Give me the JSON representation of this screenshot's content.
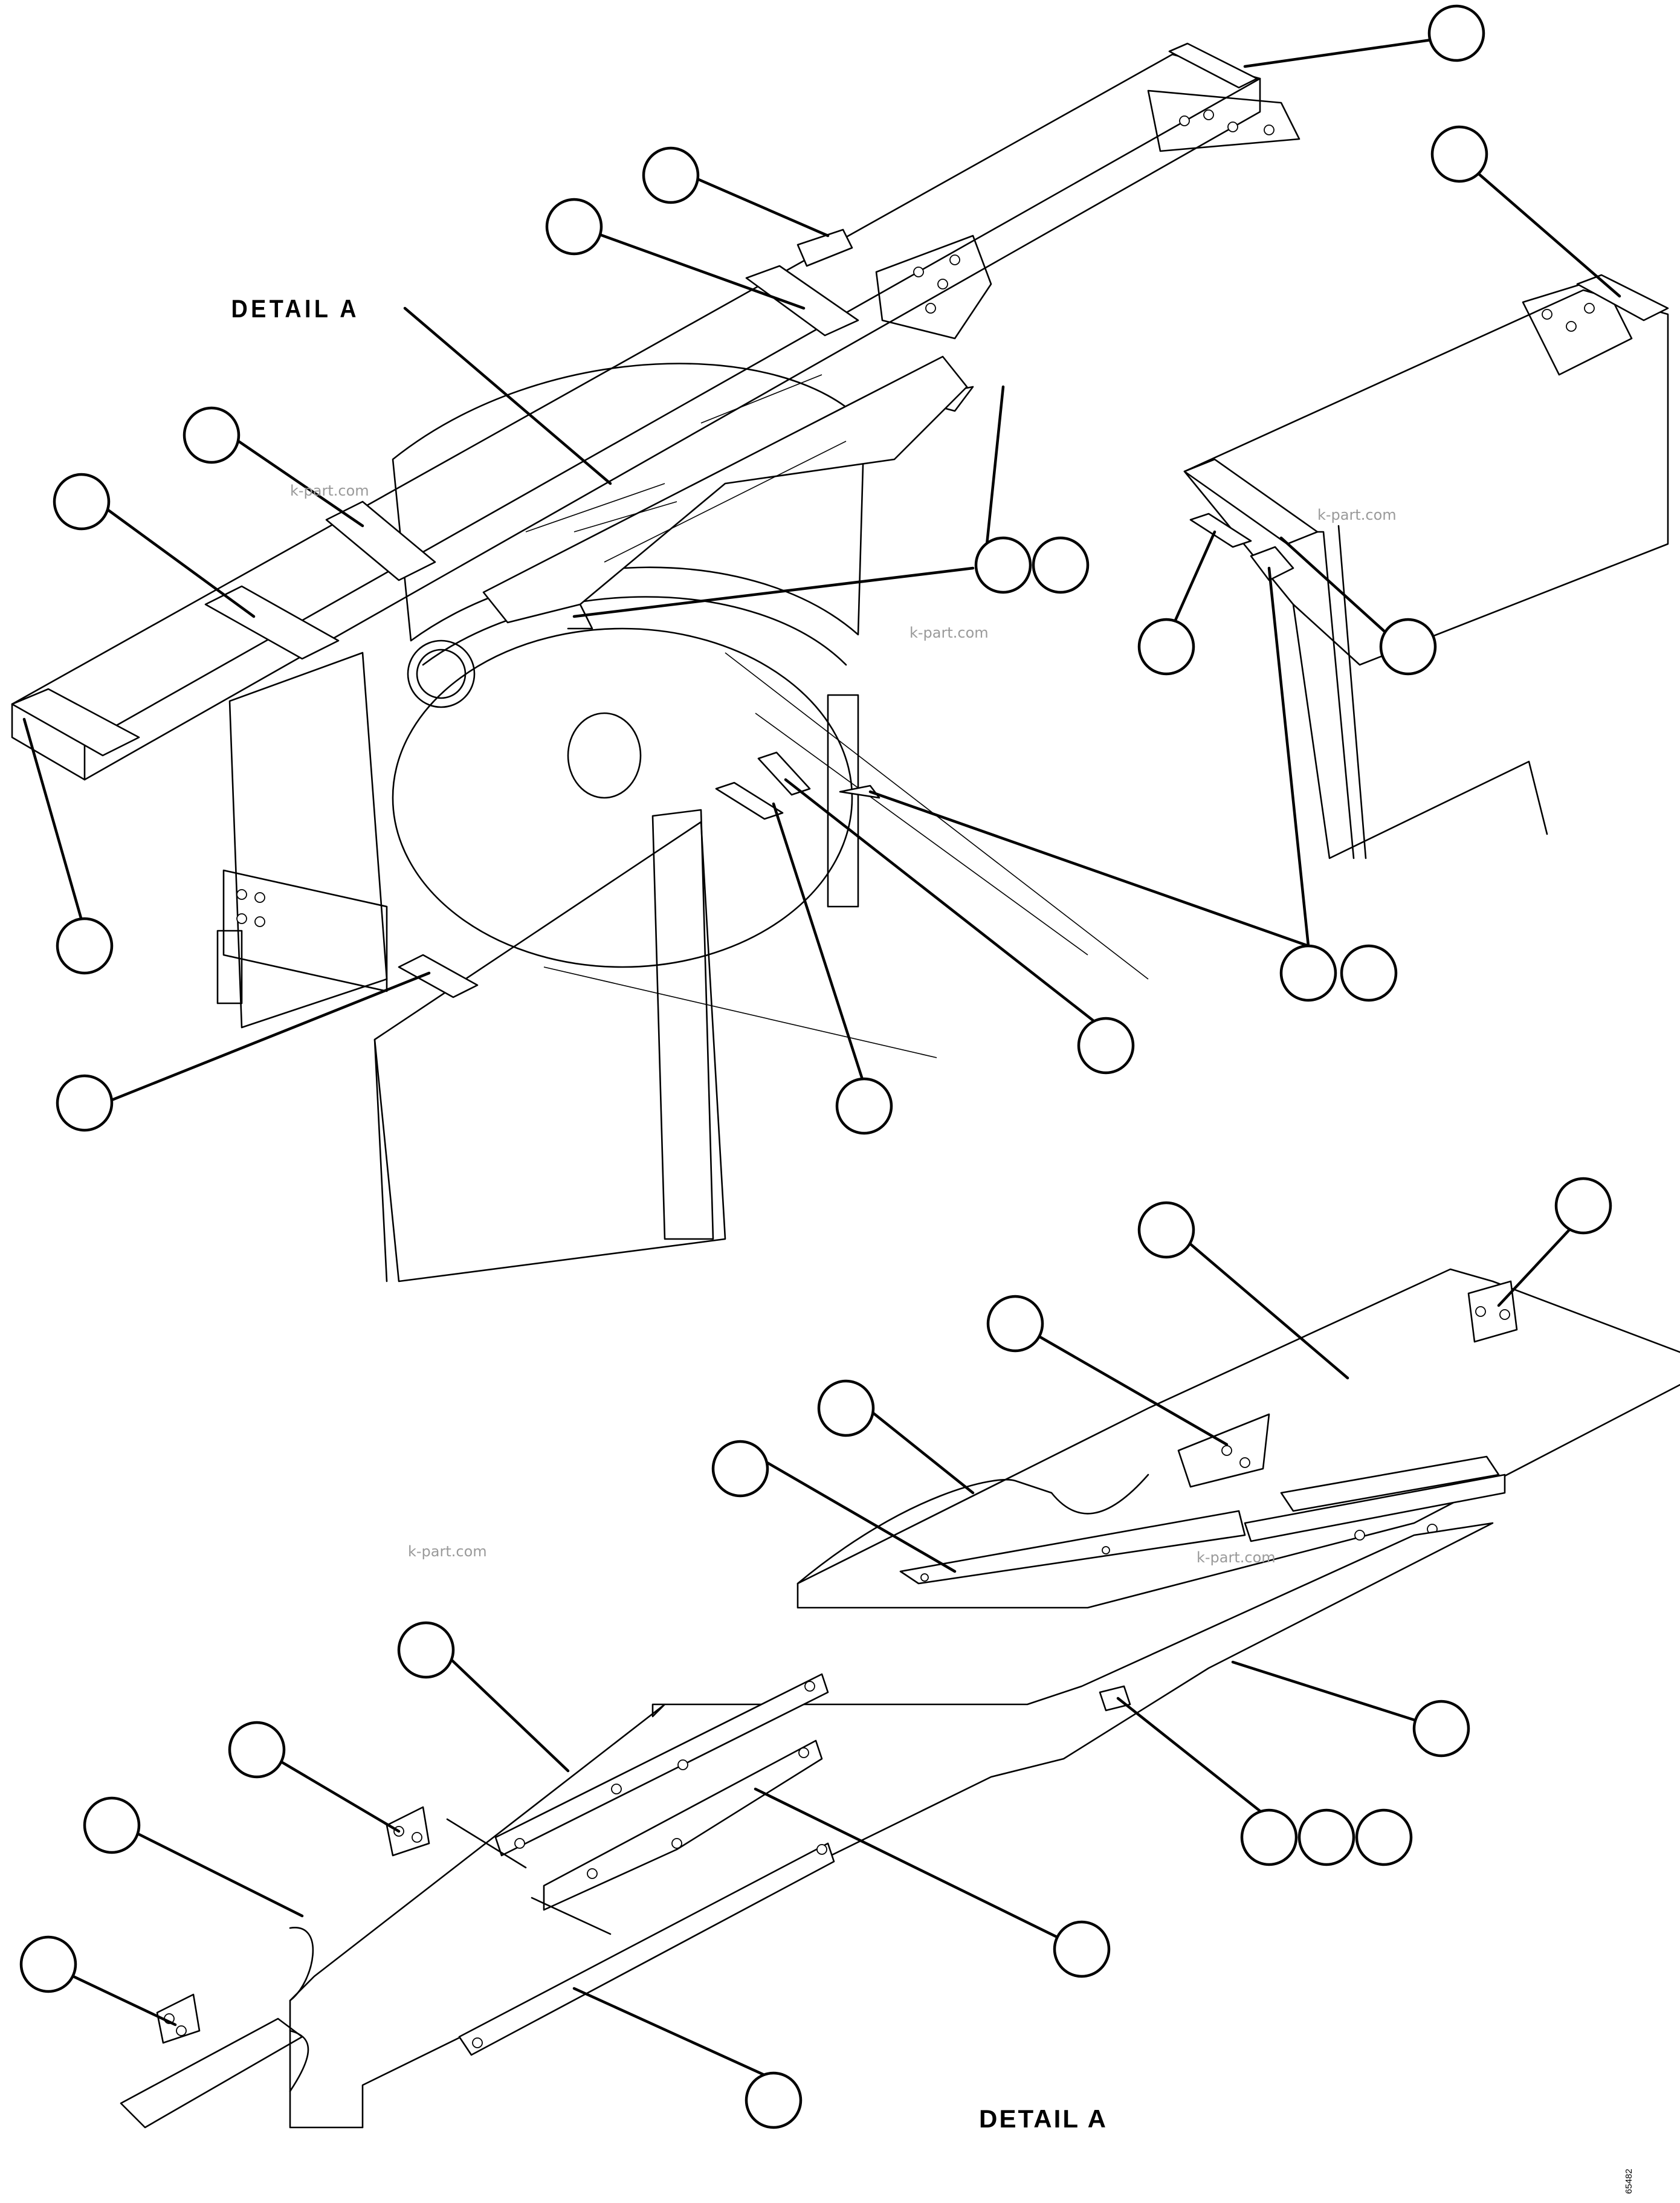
{
  "labels": {
    "detail_a_top": "DETAIL A",
    "detail_a_bottom": "DETAIL A",
    "sheet_code": "65482"
  },
  "watermarks": [
    "k-part.com",
    "k-part.com",
    "k-part.com",
    "k-part.com",
    "k-part.com"
  ],
  "colors": {
    "line": "#000000",
    "background": "#ffffff",
    "watermark": "#9a9a9a"
  }
}
